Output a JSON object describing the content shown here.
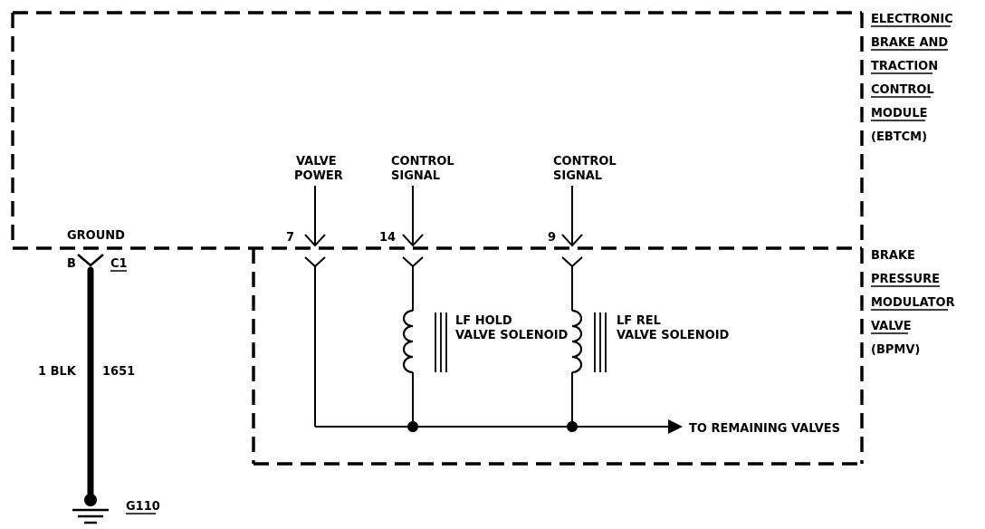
{
  "ebtcm": {
    "lines": [
      "ELECTRONIC",
      "BRAKE AND",
      "TRACTION",
      "CONTROL",
      "MODULE",
      "(EBTCM)"
    ]
  },
  "bpmv": {
    "lines": [
      "BRAKE",
      "PRESSURE",
      "MODULATOR",
      "VALVE",
      "(BPMV)"
    ]
  },
  "ground": {
    "label": "GROUND",
    "pin": "B",
    "connector": "C1",
    "wire_color": "1 BLK",
    "circuit": "1651",
    "ground_id": "G110"
  },
  "pins": [
    {
      "number": "7",
      "label_lines": [
        "VALVE",
        "POWER"
      ]
    },
    {
      "number": "14",
      "label_lines": [
        "CONTROL",
        "SIGNAL"
      ]
    },
    {
      "number": "9",
      "label_lines": [
        "CONTROL",
        "SIGNAL"
      ]
    }
  ],
  "solenoids": [
    {
      "lines": [
        "LF HOLD",
        "VALVE SOLENOID"
      ]
    },
    {
      "lines": [
        "LF REL",
        "VALVE SOLENOID"
      ]
    }
  ],
  "remaining": "TO REMAINING VALVES"
}
